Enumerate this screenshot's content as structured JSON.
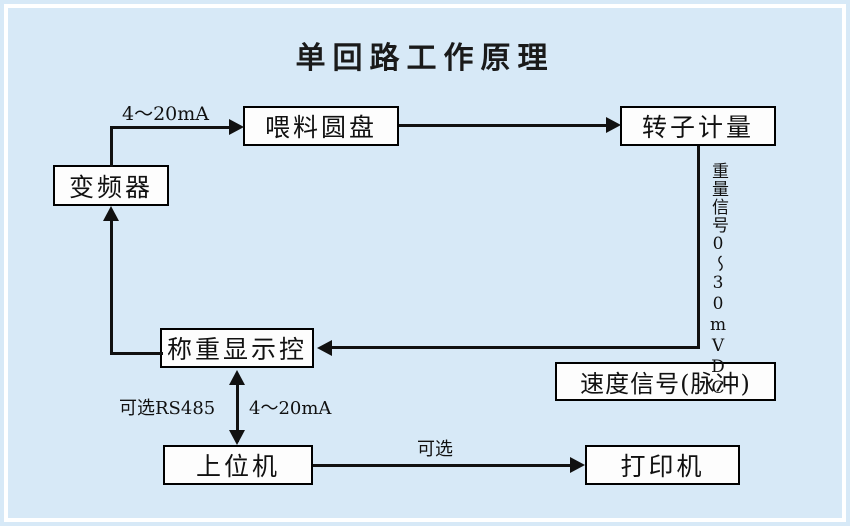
{
  "diagram": {
    "title": "单回路工作原理",
    "background_color": "#d7e9f7",
    "frame_color": "#ffffff",
    "line_color": "#111111",
    "box_fill": "#fdfdfd",
    "nodes": {
      "inverter": "变频器",
      "feeder_disc": "喂料圆盘",
      "rotor_meter": "转子计量",
      "weighing_display": "称重显示控",
      "speed_signal": "速度信号(脉冲)",
      "host_computer": "上位机",
      "printer": "打印机"
    },
    "edge_labels": {
      "inverter_to_feeder": "4～20mA",
      "rotor_to_weighing": "重量信号0～30mVDC",
      "host_rs485": "可选RS485",
      "host_current_loop": "4～20mA",
      "host_to_printer": "可选"
    }
  }
}
